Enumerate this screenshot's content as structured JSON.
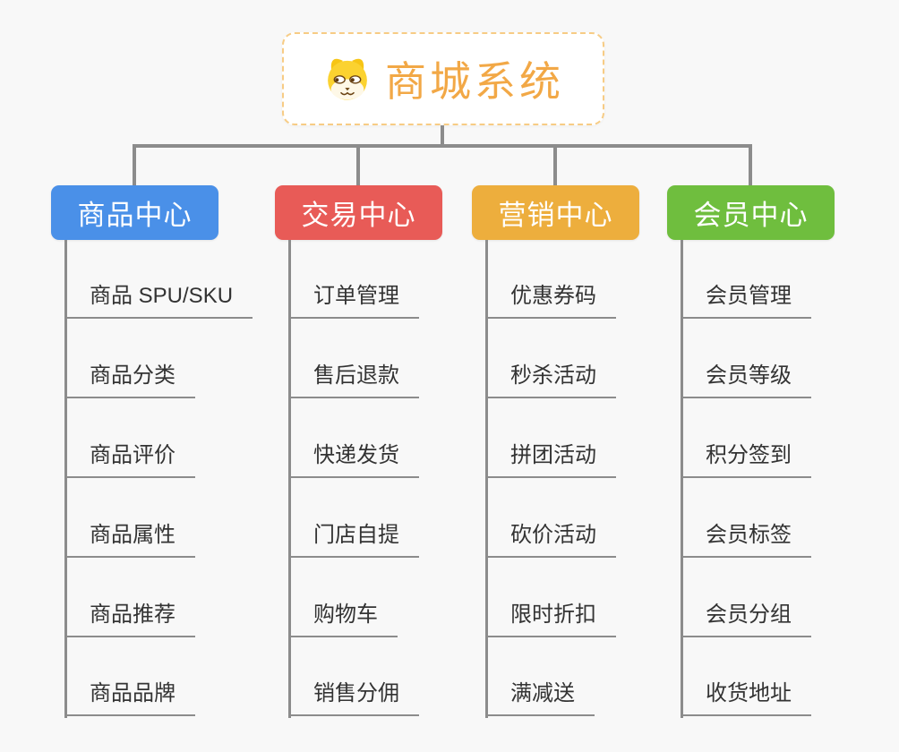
{
  "canvas": {
    "background_color": "#F8F8F8",
    "connector_color": "#8C8C8C"
  },
  "root": {
    "title": "商城系统",
    "icon": "dog-face-icon",
    "text_color": "#F2A846",
    "border_color": "#F7CC85"
  },
  "branches": [
    {
      "label": "商品中心",
      "color": "#4A90E8",
      "children": [
        "商品 SPU/SKU",
        "商品分类",
        "商品评价",
        "商品属性",
        "商品推荐",
        "商品品牌"
      ]
    },
    {
      "label": "交易中心",
      "color": "#E85B57",
      "children": [
        "订单管理",
        "售后退款",
        "快递发货",
        "门店自提",
        "购物车",
        "销售分佣"
      ]
    },
    {
      "label": "营销中心",
      "color": "#EDAE3D",
      "children": [
        "优惠券码",
        "秒杀活动",
        "拼团活动",
        "砍价活动",
        "限时折扣",
        "满减送"
      ]
    },
    {
      "label": "会员中心",
      "color": "#6FBE3E",
      "children": [
        "会员管理",
        "会员等级",
        "积分签到",
        "会员标签",
        "会员分组",
        "收货地址"
      ]
    }
  ]
}
